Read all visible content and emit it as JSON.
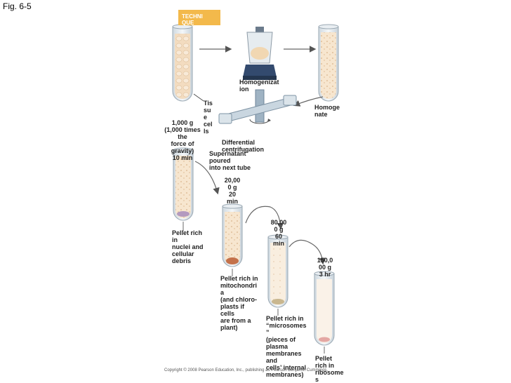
{
  "figure_label": "Fig. 6-5",
  "technique_label": "TECHNI\nQUE",
  "homogenization_label": "Homogenizat\nion",
  "homogenate_label": "Homoge\nnate",
  "tissue_cells_label": "Tis\nsu\ne\ncel\nls",
  "first_spin": "1,000 g\n(1,000 times\nthe\nforce of\ngravity)\n10 min",
  "differential_label": "Differential\ncentrifugation",
  "supernatant_label": "Supernatant\npoured\ninto next tube",
  "spin_2": "20,00\n0 g\n20\nmin",
  "spin_3": "80,00\n0 g\n60\nmin",
  "spin_4": "150,0\n00 g\n3 hr",
  "pellet_1": "Pellet rich\nin\nnuclei and\ncellular\ndebris",
  "pellet_2": "Pellet rich in\nmitochondri\na\n(and chloro-\nplasts if\ncells\nare from a\nplant)",
  "pellet_3": "Pellet rich in\n“microsomes\n”\n(pieces of\nplasma\nmembranes\nand\ncells’ internal\nmembranes)",
  "pellet_4": "Pellet\nrich in\nribosome\ns",
  "copyright": "Copyright © 2008 Pearson Education, Inc., publishing as Pearson Benjamin Cummings.",
  "colors": {
    "tube_fill": "#f6e3c8",
    "tube_glass": "#e8eef2",
    "pellet_1": "#b39abf",
    "pellet_2": "#c4714a",
    "pellet_3": "#c9b78f",
    "pellet_4": "#e4a7a3",
    "tab": "#f3b94b",
    "blender_base": "#334a6e"
  }
}
